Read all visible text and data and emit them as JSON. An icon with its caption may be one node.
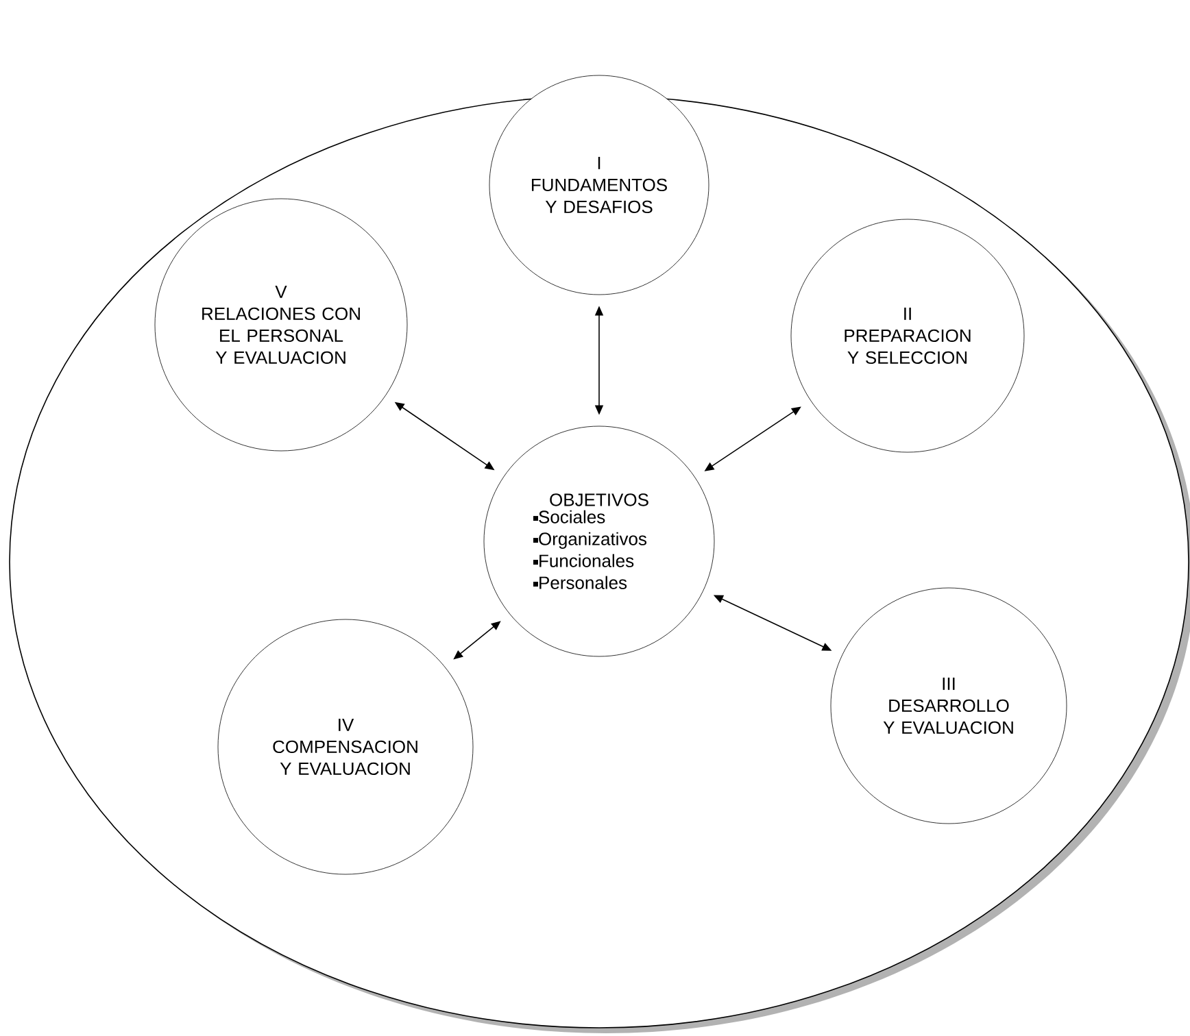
{
  "diagram": {
    "nodes": [
      {
        "text": [],
        "shape": "ellipse"
      },
      {
        "text": [
          "I",
          "FUNDAMENTOS Y DESAFIOS"
        ],
        "in": 0
      },
      {
        "text": [
          "V",
          "RELACIONES CON EL PERSONAL Y EVALUACION"
        ],
        "in": 0
      },
      {
        "text": [
          "II",
          "PREPARACION Y SELECCION"
        ],
        "in": 0
      },
      {
        "text": [
          "OBJETIVOS",
          "Sociales",
          "Organizativos",
          "Funcionales",
          "Personales"
        ],
        "in": 0
      },
      {
        "text": [
          "III",
          "DESARROLLO Y EVALUACION"
        ],
        "in": 0
      },
      {
        "text": [
          "IV",
          "COMPENSACION Y EVALUACION"
        ],
        "in": 0
      }
    ],
    "edges": [
      {
        "from": 4,
        "to": 1,
        "arrow": "both"
      },
      {
        "from": 4,
        "to": 2,
        "arrow": "both"
      },
      {
        "from": 4,
        "to": 3,
        "arrow": "both"
      },
      {
        "from": 4,
        "to": 5,
        "arrow": "both"
      },
      {
        "from": 4,
        "to": 6,
        "arrow": "both"
      }
    ]
  }
}
